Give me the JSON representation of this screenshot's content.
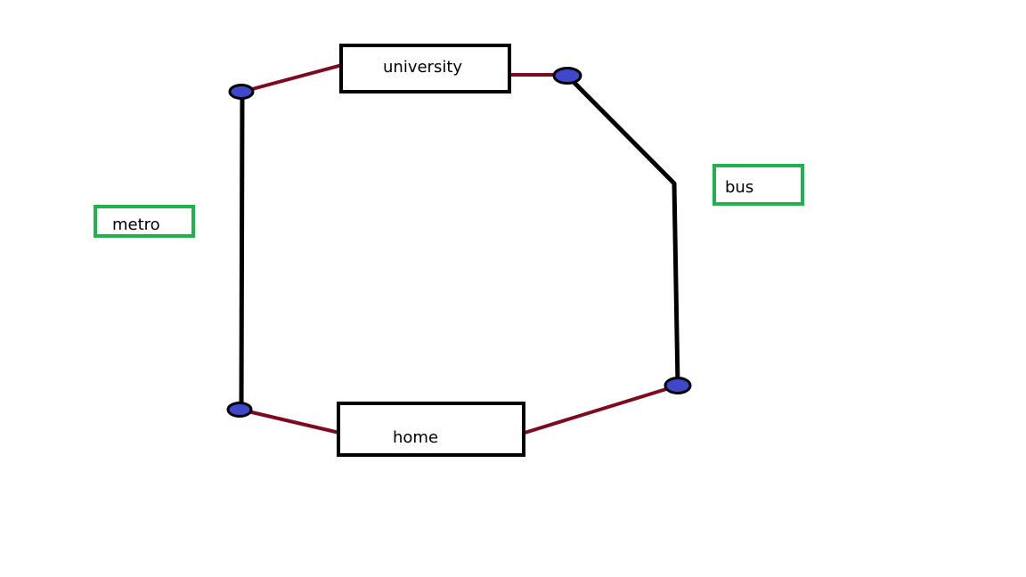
{
  "diagram": {
    "nodes": {
      "university": {
        "label": "university"
      },
      "home": {
        "label": "home"
      },
      "metro": {
        "label": "metro"
      },
      "bus": {
        "label": "bus"
      }
    }
  },
  "colors": {
    "connector": "#7f0a1e",
    "route_line": "#000000",
    "station_fill": "#3f48cc",
    "station_stroke": "#000000",
    "place_border": "#000000",
    "mode_border": "#22b14c"
  }
}
